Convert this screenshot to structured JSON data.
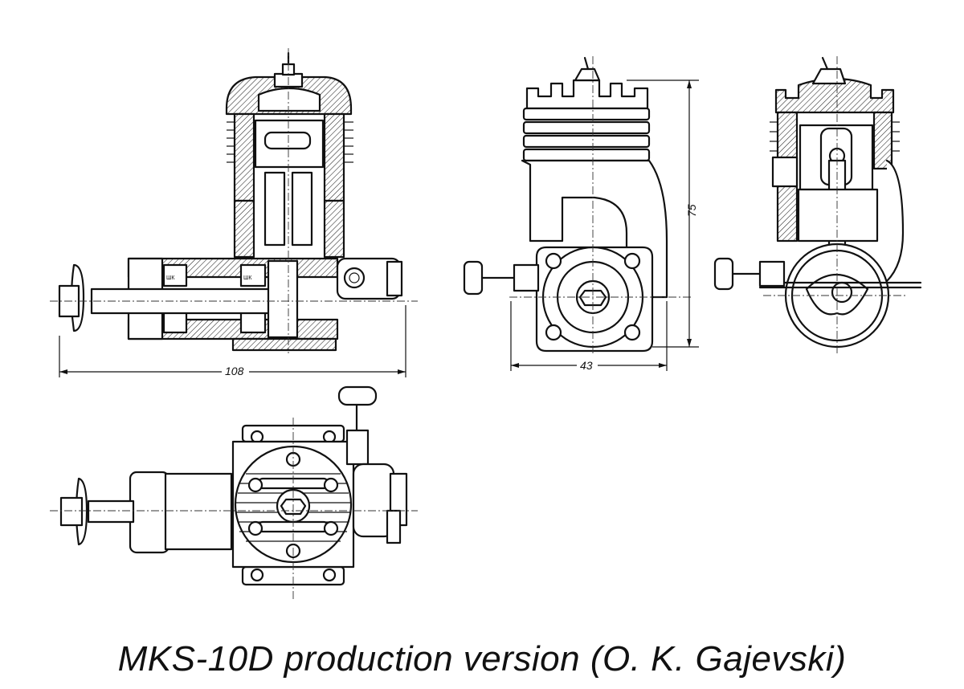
{
  "caption": "MKS-10D production version (O. K. Gajevski)",
  "dimensions": {
    "length": "108",
    "width": "43",
    "height": "75"
  },
  "labels": {
    "port_a": "ШК",
    "port_b": "ШК"
  }
}
